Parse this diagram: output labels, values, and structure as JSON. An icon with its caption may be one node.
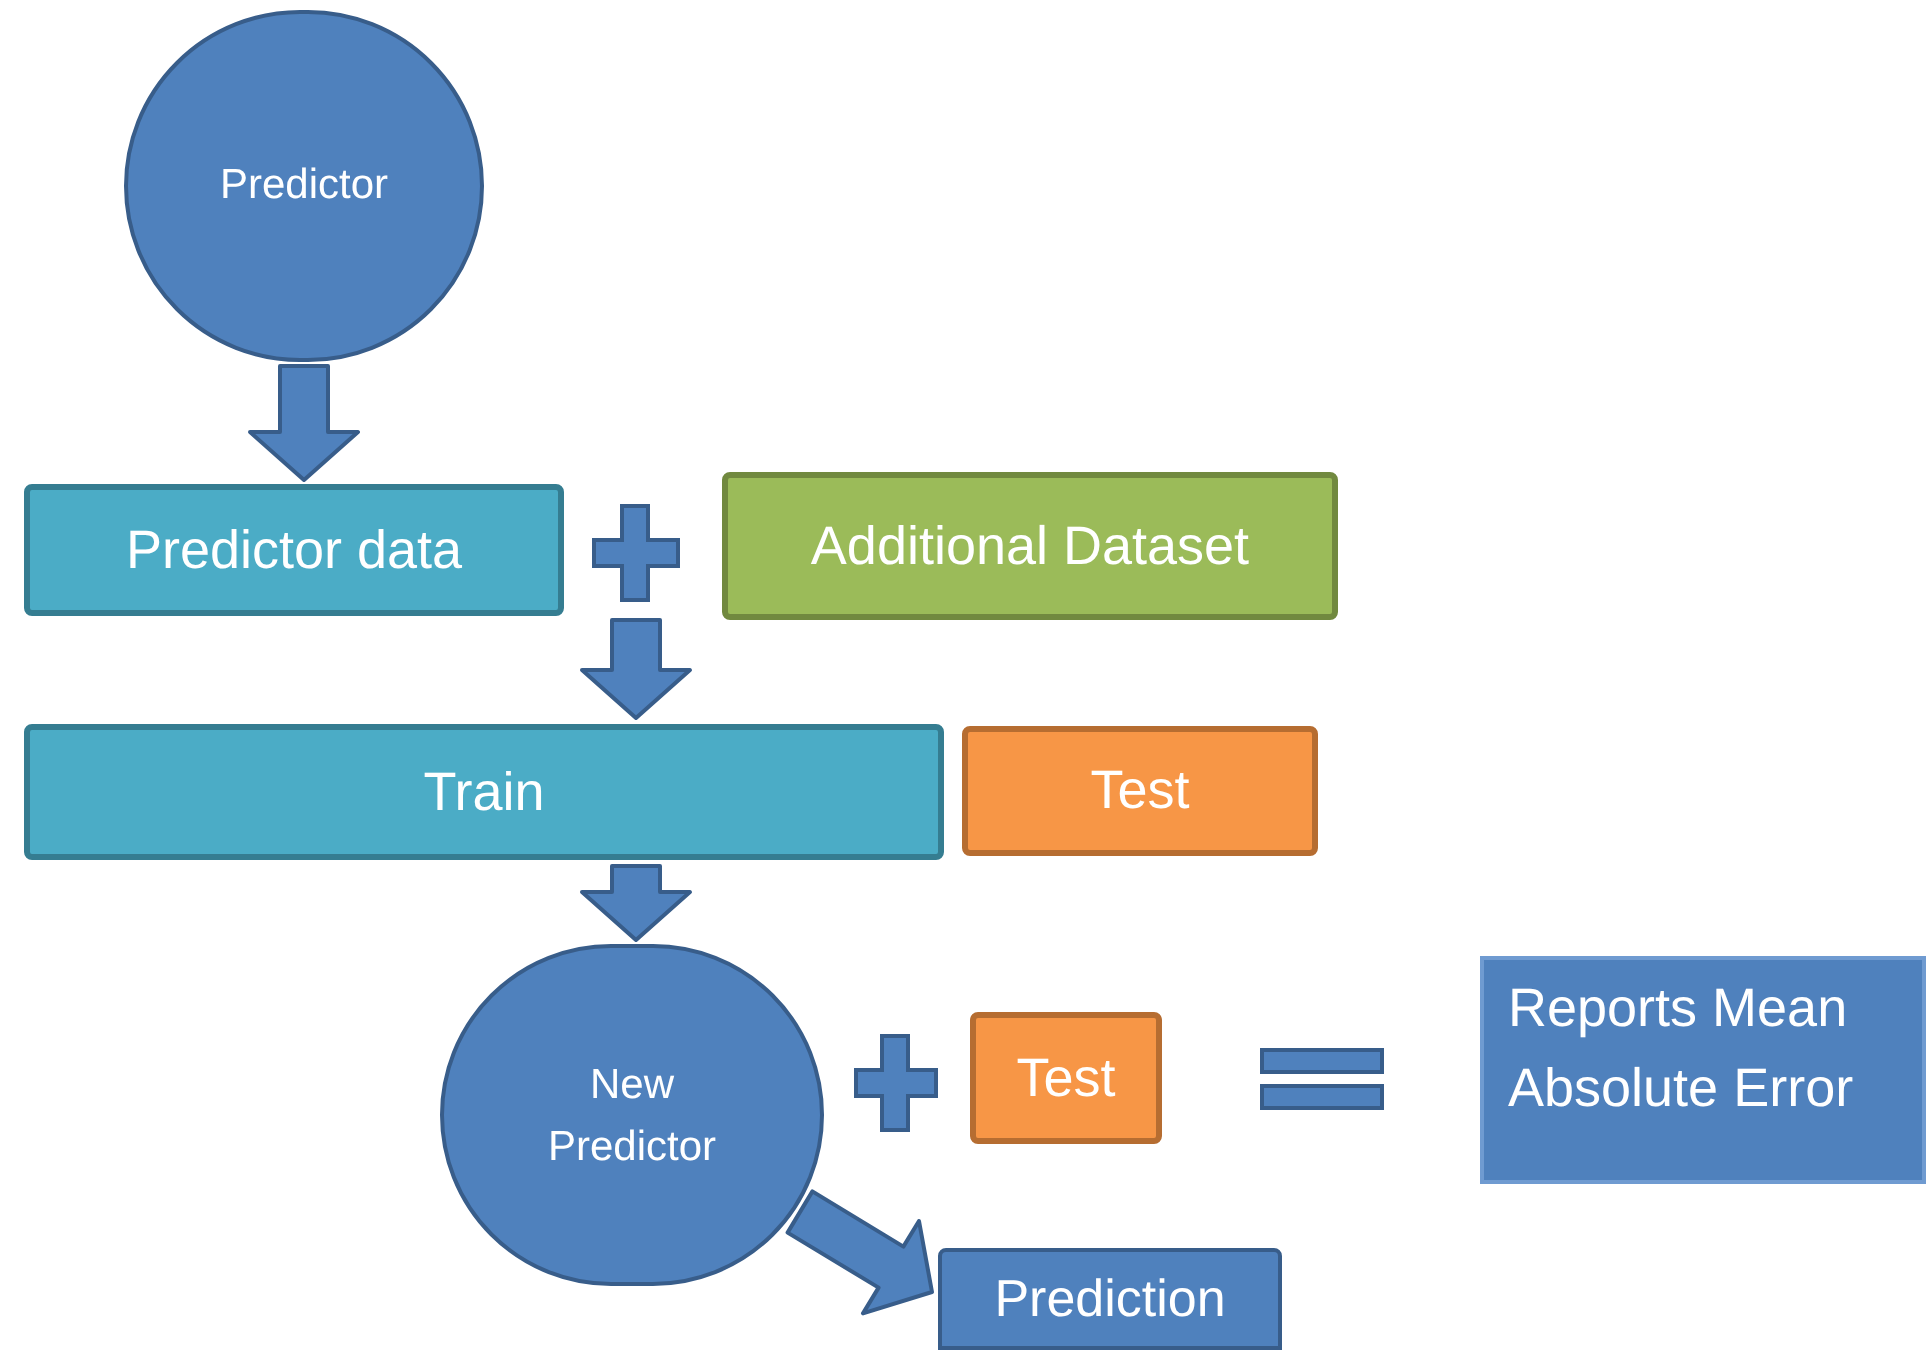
{
  "diagram": {
    "nodes": [
      {
        "text": [
          "Predictor"
        ]
      },
      {
        "text": [
          "Predictor data"
        ]
      },
      {
        "text": [
          "Additional Dataset"
        ]
      },
      {
        "text": [
          "Train"
        ]
      },
      {
        "text": [
          "Test"
        ]
      },
      {
        "text": [
          "New Predictor"
        ]
      },
      {
        "text": [
          "Test"
        ]
      },
      {
        "text": [
          "Reports Mean Absolute Error"
        ]
      },
      {
        "text": [
          "Prediction"
        ]
      }
    ],
    "edges": [
      {
        "from": 0,
        "to": 1,
        "arrow": "to"
      },
      {
        "from": 1,
        "to": 3,
        "arrow": "to"
      },
      {
        "from": 2,
        "to": 3,
        "arrow": "to"
      },
      {
        "from": 3,
        "to": 5,
        "arrow": "to"
      },
      {
        "from": 5,
        "to": 8,
        "arrow": "to"
      }
    ]
  }
}
